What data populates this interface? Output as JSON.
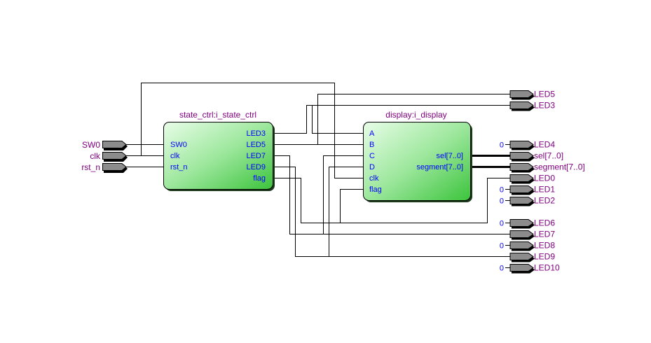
{
  "diagram": {
    "type": "rtl-schematic",
    "colors": {
      "wire": "#000000",
      "port_label": "#800080",
      "pin_label": "#0000ff",
      "block_fill_light": "#e4fbe4",
      "block_fill_dark": "#3cc43c",
      "pin_fill": "#8c8c8c"
    },
    "inputs": [
      {
        "id": "in-sw0",
        "label": "SW0"
      },
      {
        "id": "in-clk",
        "label": "clk"
      },
      {
        "id": "in-rst",
        "label": "rst_n"
      }
    ],
    "blocks": [
      {
        "id": "state-ctrl",
        "title": "state_ctrl:i_state_ctrl",
        "inputs": [
          "SW0",
          "clk",
          "rst_n"
        ],
        "outputs": [
          "LED3",
          "LED5",
          "LED7",
          "LED9",
          "flag"
        ]
      },
      {
        "id": "display",
        "title": "display:i_display",
        "inputs": [
          "A",
          "B",
          "C",
          "D",
          "clk",
          "flag"
        ],
        "outputs": [
          "sel[7..0]",
          "segment[7..0]"
        ]
      }
    ],
    "outputs": [
      {
        "id": "out-led5",
        "label": "LED5",
        "const": null
      },
      {
        "id": "out-led3",
        "label": "LED3",
        "const": null
      },
      {
        "id": "out-led4",
        "label": "LED4",
        "const": "0"
      },
      {
        "id": "out-sel",
        "label": "sel[7..0]",
        "const": null
      },
      {
        "id": "out-segment",
        "label": "segment[7..0]",
        "const": null
      },
      {
        "id": "out-led0",
        "label": "LED0",
        "const": null
      },
      {
        "id": "out-led1",
        "label": "LED1",
        "const": "0"
      },
      {
        "id": "out-led2",
        "label": "LED2",
        "const": "0"
      },
      {
        "id": "out-led6",
        "label": "LED6",
        "const": "0"
      },
      {
        "id": "out-led7",
        "label": "LED7",
        "const": null
      },
      {
        "id": "out-led8",
        "label": "LED8",
        "const": "0"
      },
      {
        "id": "out-led9",
        "label": "LED9",
        "const": null
      },
      {
        "id": "out-led10",
        "label": "LED10",
        "const": "0"
      }
    ],
    "connections": [
      {
        "from": "SW0",
        "to": "state_ctrl.SW0"
      },
      {
        "from": "clk",
        "to": [
          "state_ctrl.clk",
          "display.clk"
        ]
      },
      {
        "from": "rst_n",
        "to": "state_ctrl.rst_n"
      },
      {
        "from": "state_ctrl.LED3",
        "to": [
          "LED3",
          "display.A"
        ]
      },
      {
        "from": "state_ctrl.LED5",
        "to": [
          "LED5",
          "display.B"
        ]
      },
      {
        "from": "state_ctrl.LED7",
        "to": [
          "LED7",
          "display.C"
        ]
      },
      {
        "from": "state_ctrl.LED9",
        "to": [
          "LED9",
          "display.D"
        ]
      },
      {
        "from": "state_ctrl.flag",
        "to": [
          "LED0",
          "display.flag"
        ]
      },
      {
        "from": "display.sel[7..0]",
        "to": "sel[7..0]"
      },
      {
        "from": "display.segment[7..0]",
        "to": "segment[7..0]"
      }
    ]
  }
}
